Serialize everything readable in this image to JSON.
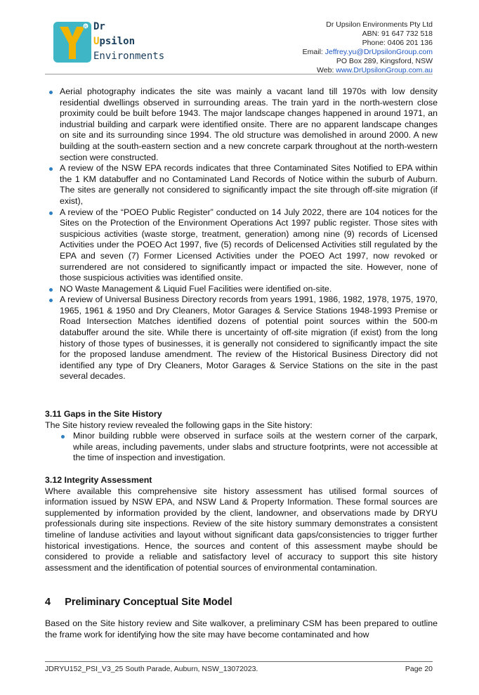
{
  "header": {
    "logo": {
      "line1": "Dr",
      "line2_accent": "U",
      "line2_rest": "psilon",
      "line3": "Environments"
    },
    "company_name": "Dr Upsilon Environments Pty Ltd",
    "abn": "ABN: 91 647 732 518",
    "phone": "Phone: 0406 201 136",
    "email_label": "Email: ",
    "email": "Jeffrey.yu@DrUpsilonGroup.com",
    "po_box": "PO Box 289, Kingsford, NSW",
    "web_label": "Web: ",
    "web": "www.DrUpsilonGroup.com.au"
  },
  "bullets": [
    "Aerial photography indicates the site was mainly a vacant land till 1970s with low density residential dwellings observed in surrounding areas. The train yard in the north-western close proximity could be built before 1943. The major landscape changes happened in around 1971, an industrial building and carpark were identified onsite. There are no apparent landscape changes on site and its surrounding since 1994. The old structure was demolished in around 2000. A new building at the south-eastern section and a new concrete carpark throughout at the north-western section were constructed.",
    "A review of the NSW EPA records indicates that three Contaminated Sites Notified to EPA within the 1 KM databuffer and no Contaminated Land Records of Notice within the suburb of Auburn. The sites are generally not considered to significantly impact the site through off-site migration (if exist),",
    "A review of the “POEO Public Register” conducted on 14 July 2022, there are 104 notices for the Sites on the Protection of the Environment Operations Act 1997 public register. Those sites with suspicious activities (waste storge, treatment, generation) among nine (9) records of Licensed Activities under the POEO Act 1997, five (5) records of Delicensed Activities still regulated by the EPA and seven (7) Former Licensed Activities under the POEO Act 1997, now revoked or surrendered are not considered to significantly impact or impacted the site. However, none of those suspicious activities was identified onsite.",
    "NO Waste Management & Liquid Fuel Facilities were identified on-site.",
    "A review of Universal Business Directory records from years 1991, 1986, 1982, 1978, 1975, 1970, 1965, 1961 & 1950 and Dry Cleaners, Motor Garages & Service Stations 1948-1993 Premise or Road Intersection Matches identified dozens of potential point sources within the 500-m databuffer around the site. While there is uncertainty of off-site migration (if exist) from the long history of those types of businesses, it is generally not considered to significantly impact the site for the proposed landuse amendment. The review of the Historical Business Directory did not identified any type of Dry Cleaners, Motor Garages & Service Stations on the site in the past several decades."
  ],
  "section_3_11": {
    "heading": "3.11  Gaps in the Site History",
    "intro": "The Site history review revealed the following gaps in the Site history:",
    "bullets": [
      "Minor building rubble were observed in surface soils at the western corner of the carpark, while areas, including pavements, under slabs and structure footprints, were not accessible at the time of inspection and investigation."
    ]
  },
  "section_3_12": {
    "heading": "3.12  Integrity Assessment",
    "body": "Where available this comprehensive site history assessment has utilised formal sources of information issued by NSW EPA, and NSW Land & Property Information. These formal sources are supplemented by information provided by the client, landowner, and observations made by DRYU professionals during site inspections. Review of the site history summary demonstrates a consistent timeline of landuse activities and layout without significant data gaps/consistencies to trigger further historical investigations. Hence, the sources and content of this assessment maybe should be considered to provide a reliable and satisfactory level of accuracy to support this site history assessment and the identification of potential sources of environmental contamination."
  },
  "section_4": {
    "heading": "4     Preliminary Conceptual Site Model",
    "body": "Based on the Site history review and Site walkover, a preliminary CSM has been prepared to outline the frame work for identifying how the site may have become contaminated and how"
  },
  "footer": {
    "doc_ref": "JDRYU152_PSI_V3_25 South Parade, Auburn, NSW_13072023.",
    "page": "Page 20"
  },
  "colors": {
    "bullet": "#2d7fc1",
    "logo_navy": "#1a3e5c",
    "logo_yellow": "#f0b400",
    "logo_teal": "#3fb6c6",
    "link": "#1f57c3"
  }
}
